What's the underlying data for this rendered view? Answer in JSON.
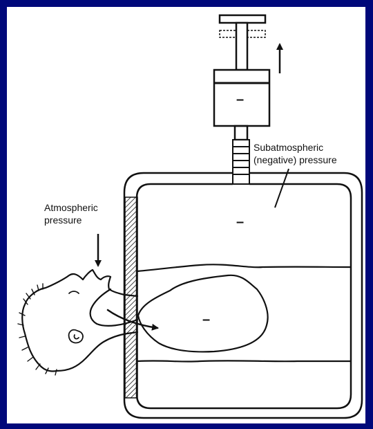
{
  "diagram": {
    "labels": {
      "subatmospheric_line1": "Subatmospheric",
      "subatmospheric_line2": "(negative) pressure",
      "atmospheric_line1": "Atmospheric",
      "atmospheric_line2": "pressure"
    },
    "signs": {
      "syringe": "–",
      "chamber": "–",
      "lungs": "–"
    }
  },
  "colors": {
    "frame": "#00087a",
    "background": "#000000",
    "paper": "#ffffff",
    "ink": "#111111"
  }
}
